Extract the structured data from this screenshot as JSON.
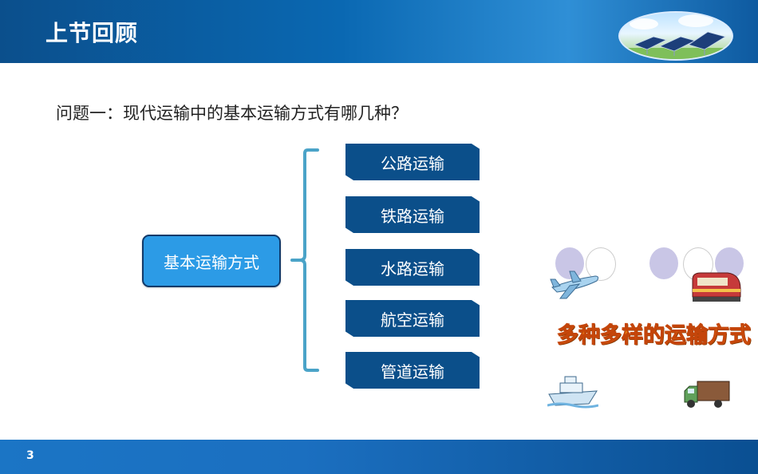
{
  "header": {
    "title": "上节回顾"
  },
  "question": "问题一：现代运输中的基本运输方式有哪几种？",
  "diagram": {
    "root": "基本运输方式",
    "items": [
      "公路运输",
      "铁路运输",
      "水路运输",
      "航空运输",
      "管道运输"
    ]
  },
  "illustration": {
    "banner": "多种多样的运输方式",
    "icons": [
      "airplane-icon",
      "train-icon",
      "ship-icon",
      "truck-icon"
    ]
  },
  "footer": {
    "page_number": "3"
  },
  "colors": {
    "header_blue": "#0a68b2",
    "item_blue": "#0b4f8a",
    "root_blue": "#2c9be6",
    "bracket": "#4aa3c8",
    "banner_orange": "#f08a10"
  }
}
